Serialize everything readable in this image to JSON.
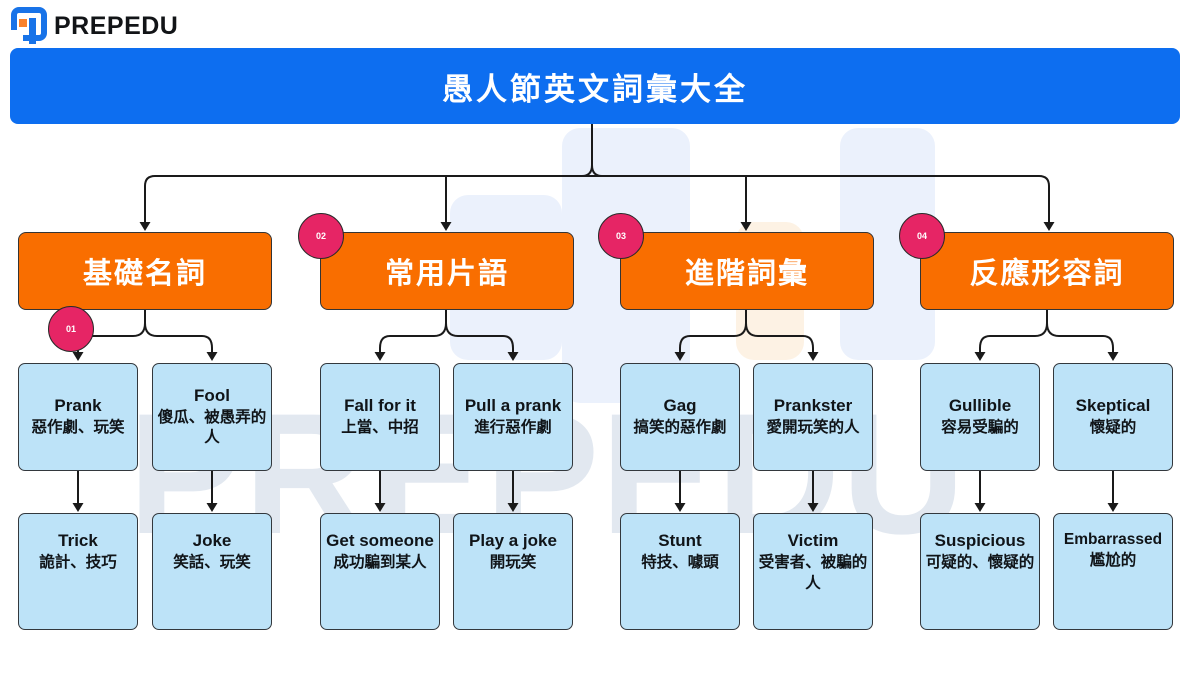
{
  "brand": {
    "name": "PREPEDU"
  },
  "title": "愚人節英文詞彙大全",
  "watermark": "PREPEDU",
  "colors": {
    "header_blue": "#0d6ef0",
    "category_orange": "#f96e00",
    "card_blue": "#bde3f8",
    "badge_pink": "#e62565",
    "logo_blue": "#1873e8",
    "logo_orange": "#f9822c"
  },
  "columns": [
    {
      "badge": "01",
      "category": "基礎名詞",
      "children": [
        {
          "word": "Prank",
          "meaning": "惡作劇、玩笑"
        },
        {
          "word": "Fool",
          "meaning": "傻瓜、被愚弄的人"
        },
        {
          "word": "Trick",
          "meaning": "詭計、技巧"
        },
        {
          "word": "Joke",
          "meaning": "笑話、玩笑"
        }
      ]
    },
    {
      "badge": "02",
      "category": "常用片語",
      "children": [
        {
          "word": "Fall for it",
          "meaning": "上當、中招"
        },
        {
          "word": "Pull a prank",
          "meaning": "進行惡作劇"
        },
        {
          "word": "Get someone",
          "meaning": "成功騙到某人"
        },
        {
          "word": "Play a joke",
          "meaning": "開玩笑"
        }
      ]
    },
    {
      "badge": "03",
      "category": "進階詞彙",
      "children": [
        {
          "word": "Gag",
          "meaning": "搞笑的惡作劇"
        },
        {
          "word": "Prankster",
          "meaning": "愛開玩笑的人"
        },
        {
          "word": "Stunt",
          "meaning": "特技、噱頭"
        },
        {
          "word": "Victim",
          "meaning": "受害者、被騙的人"
        }
      ]
    },
    {
      "badge": "04",
      "category": "反應形容詞",
      "children": [
        {
          "word": "Gullible",
          "meaning": "容易受騙的"
        },
        {
          "word": "Skeptical",
          "meaning": "懷疑的"
        },
        {
          "word": "Suspicious",
          "meaning": "可疑的、懷疑的"
        },
        {
          "word": "Embarrassed",
          "meaning": "尷尬的"
        }
      ]
    }
  ]
}
